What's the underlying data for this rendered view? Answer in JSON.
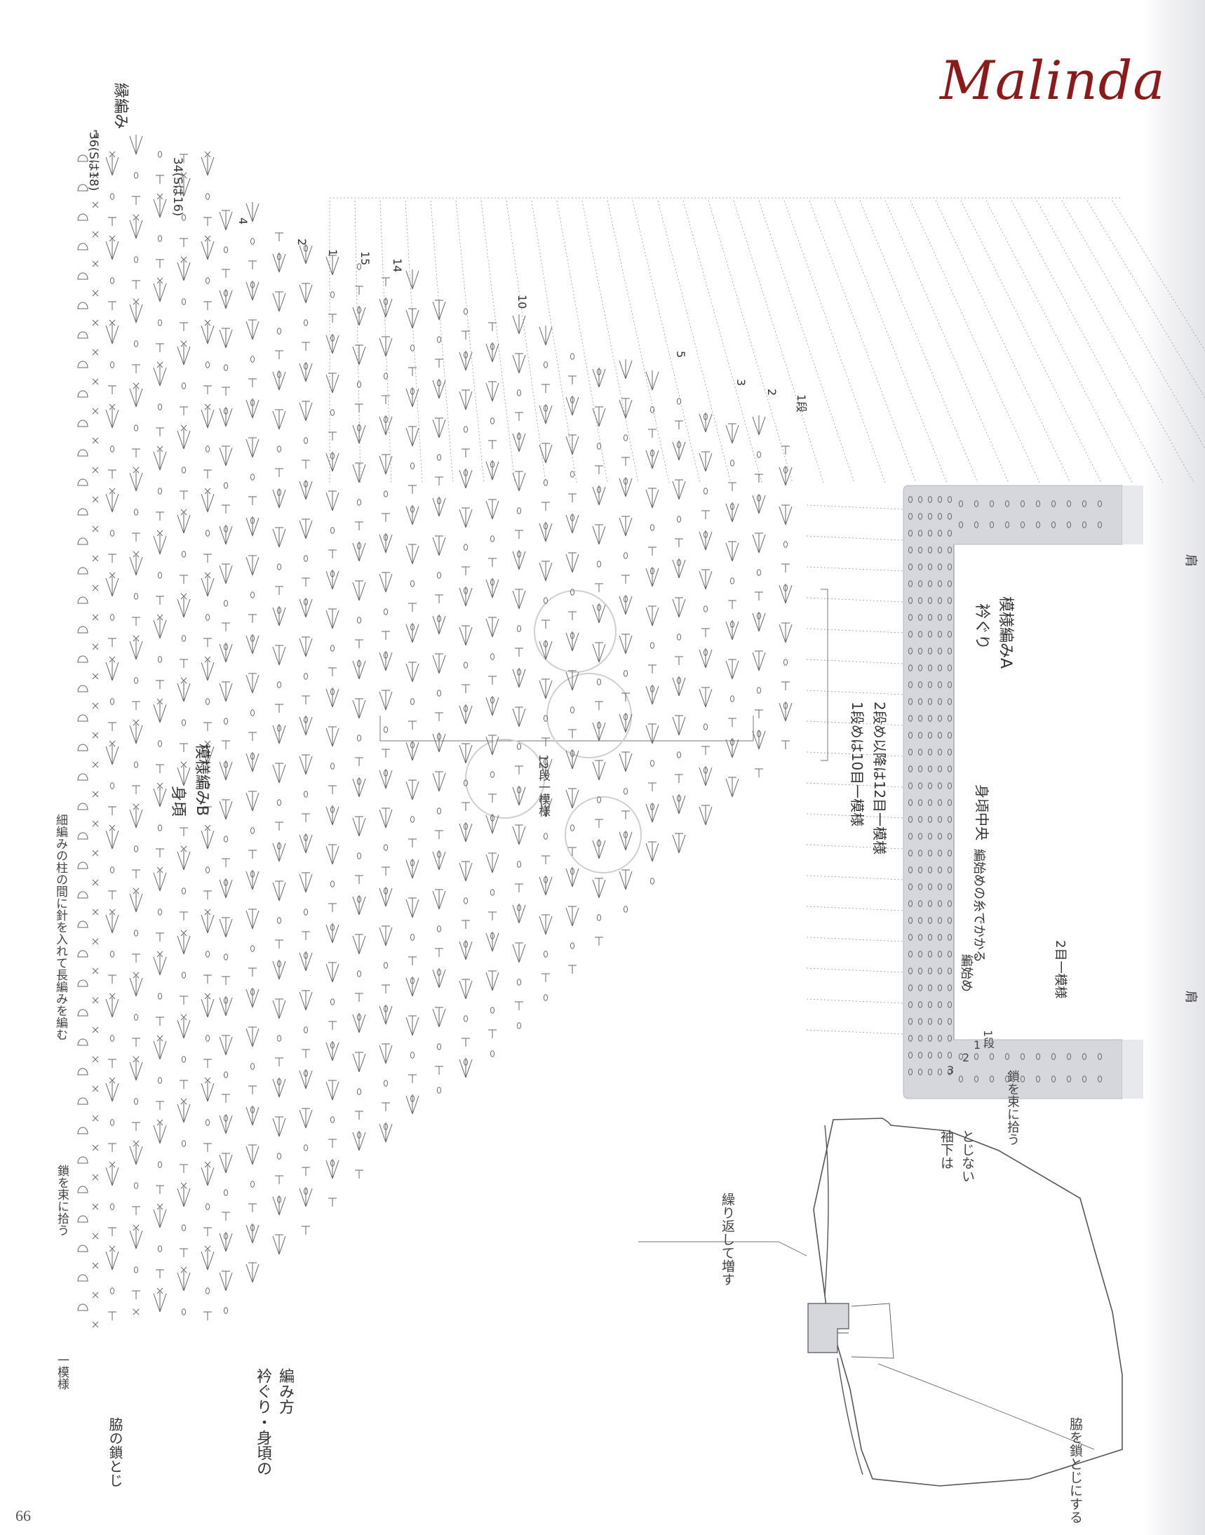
{
  "header": {
    "title": "Malinda",
    "page_number": "66"
  },
  "body_section": {
    "label": "身頃",
    "pattern": "模様編みB"
  },
  "collar_section": {
    "label": "衿ぐり",
    "pattern": "模様編みA",
    "center": "身頃中央",
    "repeat_note_1": "1段めは10目一模様",
    "repeat_note_2": "2段め以降は12目一模様",
    "start": "編始め",
    "start_note": "編始めの糸でかかる",
    "two_st": "2目一模様",
    "pickup_note": "鎖を束に拾う",
    "shoulder_label": "肩"
  },
  "edging": {
    "label": "縁編み",
    "row1": "1",
    "row36": "36(Sは18)",
    "row34": "34(Sは16)"
  },
  "row_labels": [
    "4",
    "2",
    "1",
    "15",
    "14",
    "10",
    "5",
    "3",
    "2",
    "1段"
  ],
  "body_rows": {
    "twelve_row_repeat": "12段一模様",
    "increase_note": "繰り返して増す"
  },
  "left_notes": {
    "one_repeat": "一模様",
    "chain_pickup": "鎖を束に拾う",
    "dc_note": "細編みの柱の間に針を入れて長編みを編む",
    "side_chain": "脇の鎖とじ"
  },
  "bottom_title": {
    "line1": "衿ぐり・身頃の",
    "line2": "編み方"
  },
  "garment": {
    "underarm_note_1": "袖下は",
    "underarm_note_2": "とじない",
    "side_note": "脇を鎖とじにする"
  },
  "collar_row_labels": [
    "1",
    "2",
    "3"
  ],
  "first_row_marker": "1段"
}
